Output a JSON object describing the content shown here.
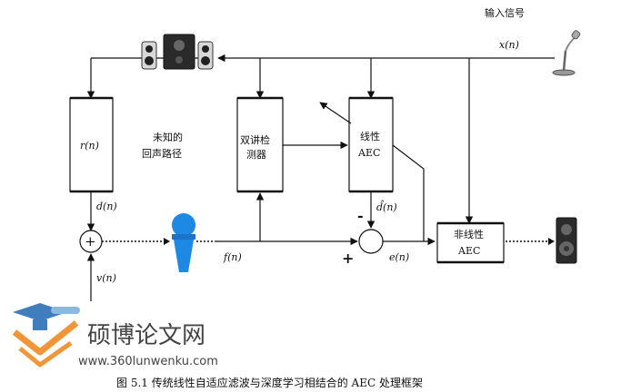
{
  "labels": {
    "input_signal": "输入信号",
    "x": "x(n)",
    "r": "r(n)",
    "unknown_path_1": "未知的",
    "unknown_path_2": "回声路径",
    "d": "d(n)",
    "dtd_1": "双讲检",
    "dtd_2": "测器",
    "linear_1": "线性",
    "linear_2": "AEC",
    "dhat": "d̂(n)",
    "minus": "-",
    "plus": "+",
    "f": "f(n)",
    "v": "v(n)",
    "e": "e(n)",
    "nonlinear_1": "非线性",
    "nonlinear_2": "AEC",
    "sum_plus": "+"
  },
  "watermark": {
    "title": "硕博论文网",
    "url": "www.360lunwenku.com"
  },
  "caption": "图 5.1  传统线性自适应滤波与深度学习相结合的 AEC 处理框架",
  "colors": {
    "mic_blue": "#1e88e5",
    "watermark_orange": "#f08a24",
    "watermark_blue": "#2c6fb5"
  }
}
